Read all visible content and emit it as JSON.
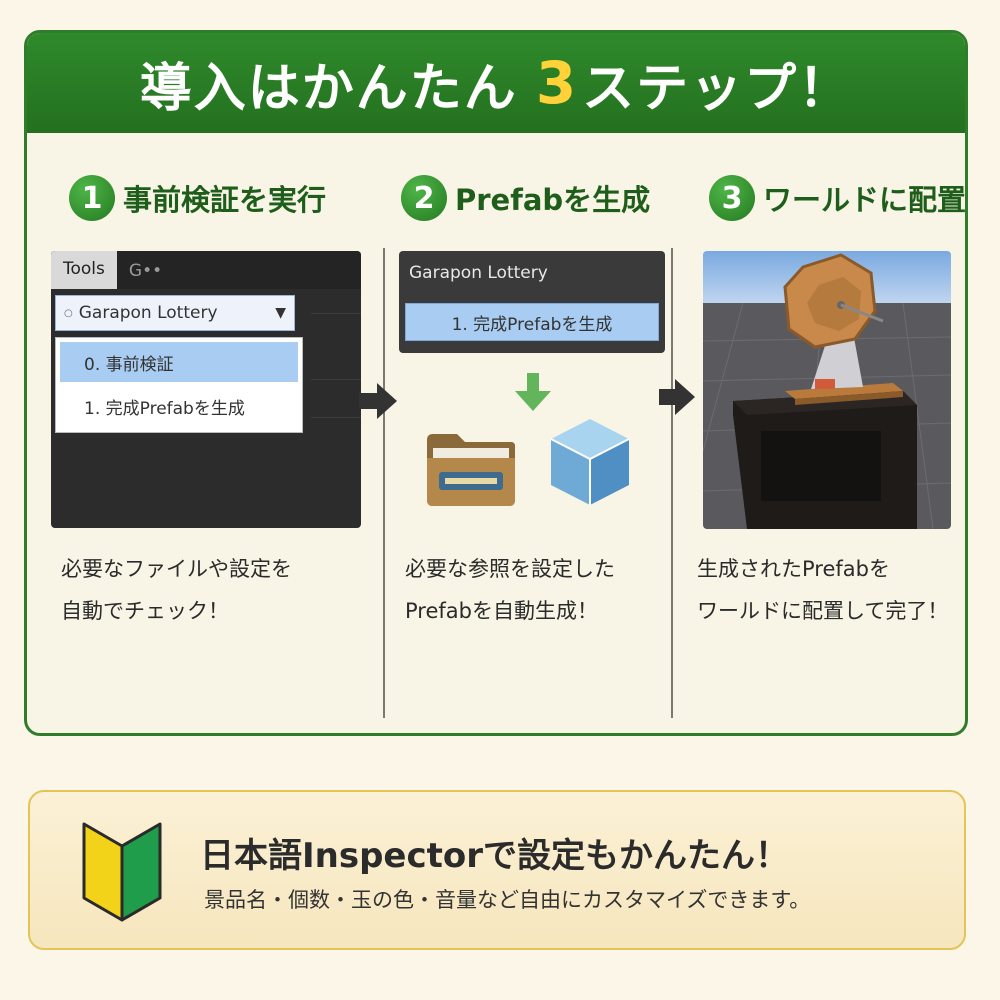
{
  "banner": {
    "title_before": "導入はかんたん",
    "title_number": "3",
    "title_after": "ステップ！"
  },
  "steps": [
    {
      "number": "1",
      "title": "事前検証を実行",
      "desc_line1": "必要なファイルや設定を",
      "desc_line2": "自動でチェック！"
    },
    {
      "number": "2",
      "title": "Prefabを生成",
      "desc_line1": "必要な参照を設定した",
      "desc_line2": "Prefabを自動生成！"
    },
    {
      "number": "3",
      "title": "ワールドに配置",
      "desc_line1": "生成されたPrefabを",
      "desc_line2": "ワールドに配置して完了！"
    }
  ],
  "editor": {
    "tab_tools": "Tools",
    "tab_other": "G••",
    "selected": "Garapon Lottery",
    "menu_items": [
      "0. 事前検証",
      "1. 完成Prefabを生成"
    ]
  },
  "lottery_panel": {
    "title": "Garapon Lottery",
    "button": "1. 完成Prefabを生成"
  },
  "bottom": {
    "title": "日本語Inspectorで設定もかんたん！",
    "subtitle": "景品名・個数・玉の色・音量など自由にカスタマイズできます。"
  },
  "colors": {
    "green": "#2f8a2b",
    "yellow": "#ffd23a",
    "selection_blue": "#a9cdf2"
  },
  "icons": [
    "chevron-down-icon",
    "arrow-right-icon",
    "arrow-down-icon",
    "folder-icon",
    "prefab-cube-icon",
    "beginner-mark-icon"
  ]
}
